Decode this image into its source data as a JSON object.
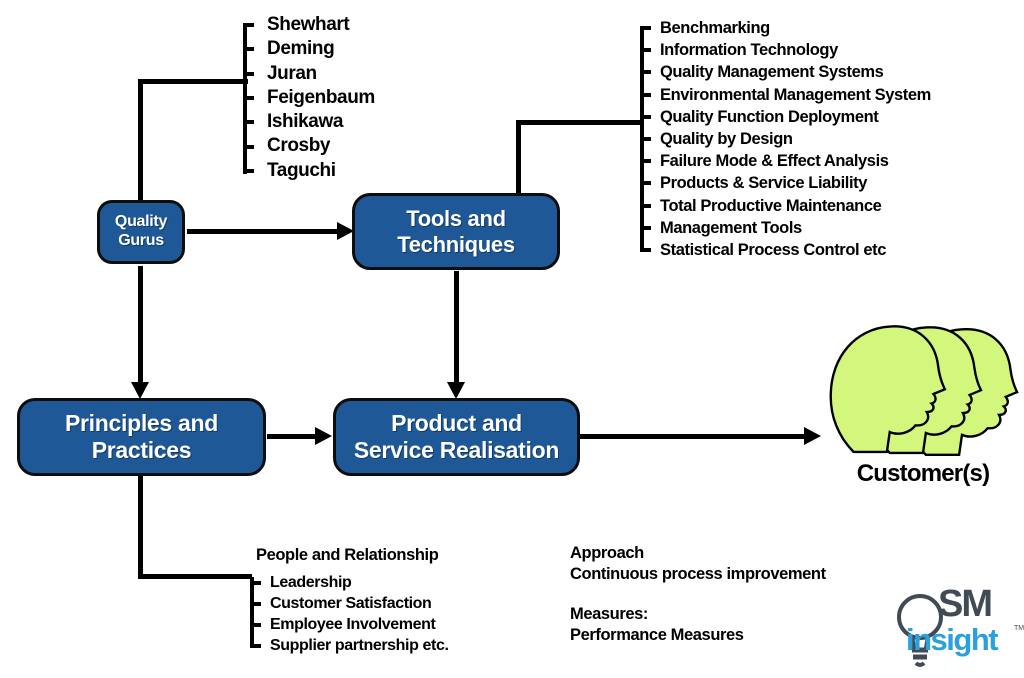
{
  "colors": {
    "box_blue": "#1e5897",
    "head_green": "#d3f67c",
    "logo_blue": "#2aa0dc",
    "logo_dark": "#414b55"
  },
  "gurus": {
    "items": [
      "Shewhart",
      "Deming",
      "Juran",
      "Feigenbaum",
      "Ishikawa",
      "Crosby",
      "Taguchi"
    ]
  },
  "tools": {
    "items": [
      "Benchmarking",
      "Information Technology",
      "Quality Management Systems",
      "Environmental Management System",
      "Quality Function Deployment",
      "Quality by Design",
      "Failure Mode & Effect Analysis",
      "Products & Service Liability",
      "Total Productive Maintenance",
      "Management Tools",
      "Statistical Process Control etc"
    ]
  },
  "boxes": {
    "quality_gurus": {
      "lines": [
        "Quality",
        "Gurus"
      ]
    },
    "tools_techniques": {
      "lines": [
        "Tools and",
        "Techniques"
      ]
    },
    "principles_practices": {
      "lines": [
        "Principles and",
        "Practices"
      ]
    },
    "product_service": {
      "lines": [
        "Product and",
        "Service Realisation"
      ]
    }
  },
  "customer": {
    "label": "Customer(s)"
  },
  "people": {
    "heading": "People and Relationship",
    "items": [
      "Leadership",
      "Customer Satisfaction",
      "Employee Involvement",
      "Supplier partnership etc."
    ]
  },
  "approach": {
    "lines": [
      "Approach",
      "Continuous process improvement"
    ],
    "measures": [
      "Measures:",
      "Performance Measures"
    ]
  },
  "logo": {
    "sm": "SM",
    "insight": "insight",
    "tm": "TM"
  }
}
